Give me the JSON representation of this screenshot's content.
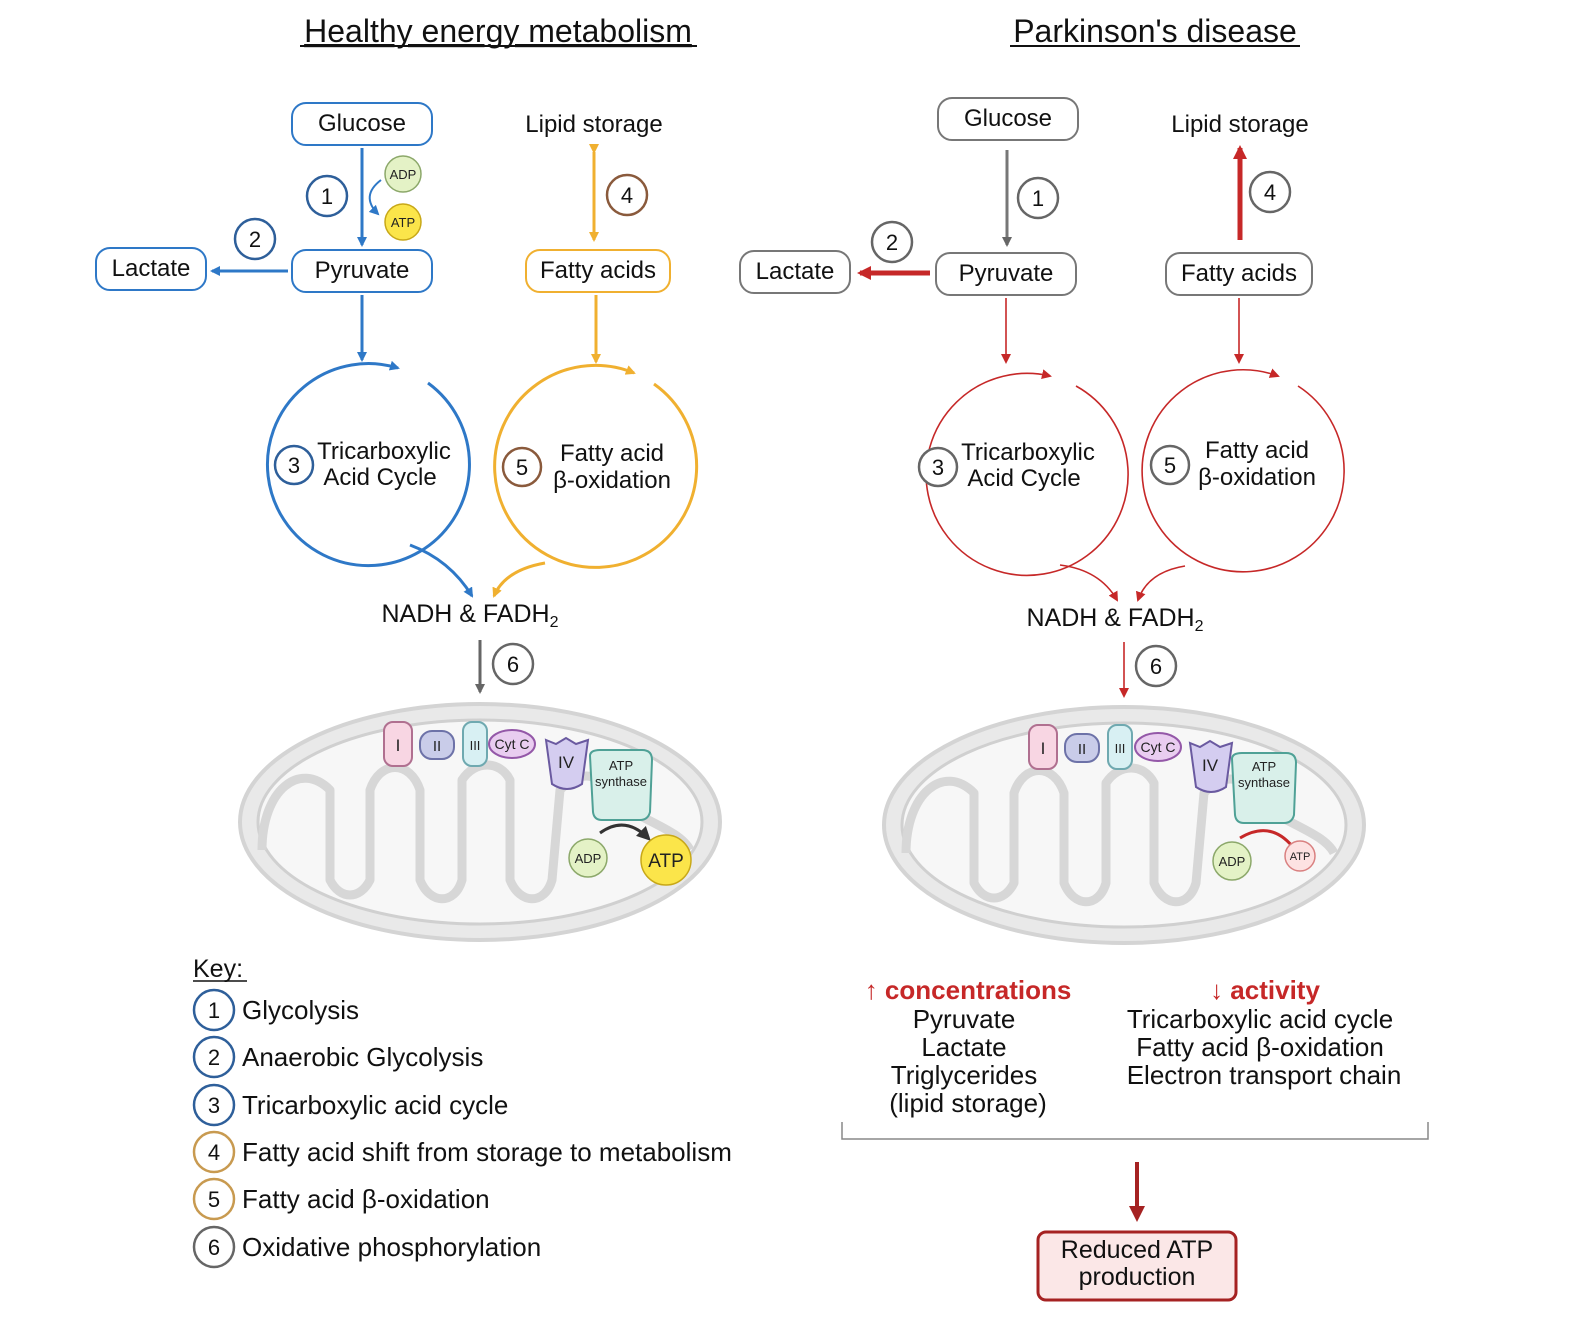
{
  "healthy": {
    "title": "Healthy energy metabolism",
    "glucose": "Glucose",
    "lipid_storage": "Lipid storage",
    "lactate": "Lactate",
    "pyruvate": "Pyruvate",
    "fatty_acids": "Fatty acids",
    "tca_line1": "Tricarboxylic",
    "tca_line2": "Acid Cycle",
    "fao_line1": "Fatty acid",
    "fao_line2": "β-oxidation",
    "nadh": "NADH & FADH",
    "nadh_sub": "2",
    "adp": "ADP",
    "atp": "ATP"
  },
  "parkinsons": {
    "title": "Parkinson's disease",
    "glucose": "Glucose",
    "lipid_storage": "Lipid storage",
    "lactate": "Lactate",
    "pyruvate": "Pyruvate",
    "fatty_acids": "Fatty acids",
    "tca_line1": "Tricarboxylic",
    "tca_line2": "Acid Cycle",
    "fao_line1": "Fatty acid",
    "fao_line2": "β-oxidation",
    "nadh": "NADH & FADH",
    "nadh_sub": "2",
    "adp": "ADP",
    "atp": "ATP"
  },
  "step_numbers": [
    "1",
    "2",
    "3",
    "4",
    "5",
    "6"
  ],
  "mito": {
    "complex_1": "I",
    "complex_2": "II",
    "complex_3": "III",
    "cyt_c": "Cyt C",
    "complex_4": "IV",
    "atp_synthase_1": "ATP",
    "atp_synthase_2": "synthase"
  },
  "key": {
    "title": "Key:",
    "items": [
      {
        "num": "1",
        "label": "Glycolysis"
      },
      {
        "num": "2",
        "label": "Anaerobic Glycolysis"
      },
      {
        "num": "3",
        "label": "Tricarboxylic acid cycle"
      },
      {
        "num": "4",
        "label": "Fatty acid shift from storage to metabolism"
      },
      {
        "num": "5",
        "label": "Fatty acid β-oxidation"
      },
      {
        "num": "6",
        "label": "Oxidative phosphorylation"
      }
    ]
  },
  "summary": {
    "concentrations_heading": "↑ concentrations",
    "concentrations": [
      "Pyruvate",
      "Lactate",
      "Triglycerides",
      "(lipid storage)"
    ],
    "activity_heading": "↓ activity",
    "activity": [
      "Tricarboxylic acid cycle",
      "Fatty acid β-oxidation",
      "Electron transport chain"
    ],
    "outcome_line1": "Reduced ATP",
    "outcome_line2": "production"
  },
  "colors": {
    "blue": "#2e78c7",
    "orange": "#f0b030",
    "red": "#c62828",
    "dark_red": "#b03030",
    "gray": "#555555",
    "adp_fill": "#e4f2c6",
    "atp_fill": "#fbe54a"
  }
}
